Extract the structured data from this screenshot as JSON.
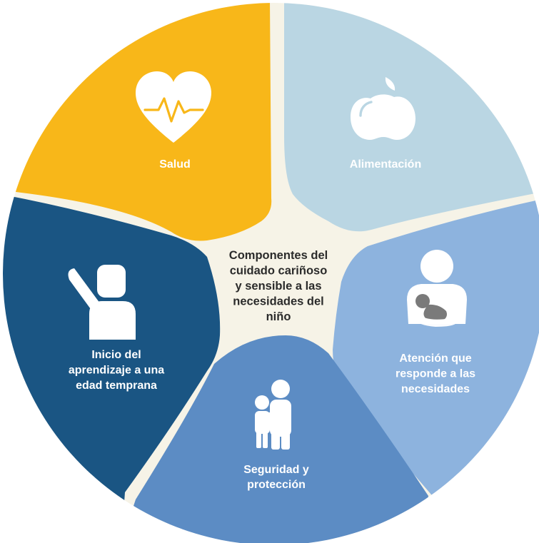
{
  "center": {
    "lines": [
      "Componentes del",
      "cuidado cariñoso",
      "y sensible a las",
      "necesidades del",
      "niño"
    ]
  },
  "segments": [
    {
      "id": "salud",
      "lines": [
        "Salud"
      ],
      "color": "#F8B719",
      "text_color": "#ffffff",
      "icon": "heart-pulse-icon"
    },
    {
      "id": "alimentacion",
      "lines": [
        "Alimentación"
      ],
      "color": "#BAD6E3",
      "text_color": "#ffffff",
      "icon": "apple-icon"
    },
    {
      "id": "atencion",
      "lines": [
        "Atención que",
        "responde a las",
        "necesidades"
      ],
      "color": "#8DB3DE",
      "text_color": "#ffffff",
      "icon": "caregiver-holding-baby-icon"
    },
    {
      "id": "seguridad",
      "lines": [
        "Seguridad y",
        "protección"
      ],
      "color": "#5C8CC4",
      "text_color": "#ffffff",
      "icon": "adult-and-child-icon"
    },
    {
      "id": "aprendizaje",
      "lines": [
        "Inicio del",
        "aprendizaje a una",
        "edad temprana"
      ],
      "color": "#1A5583",
      "text_color": "#ffffff",
      "icon": "child-raising-hand-icon"
    }
  ],
  "colors": {
    "background_hub": "#F6F3E7",
    "icon_fill": "#ffffff",
    "baby_fill": "#7a7a7a"
  }
}
